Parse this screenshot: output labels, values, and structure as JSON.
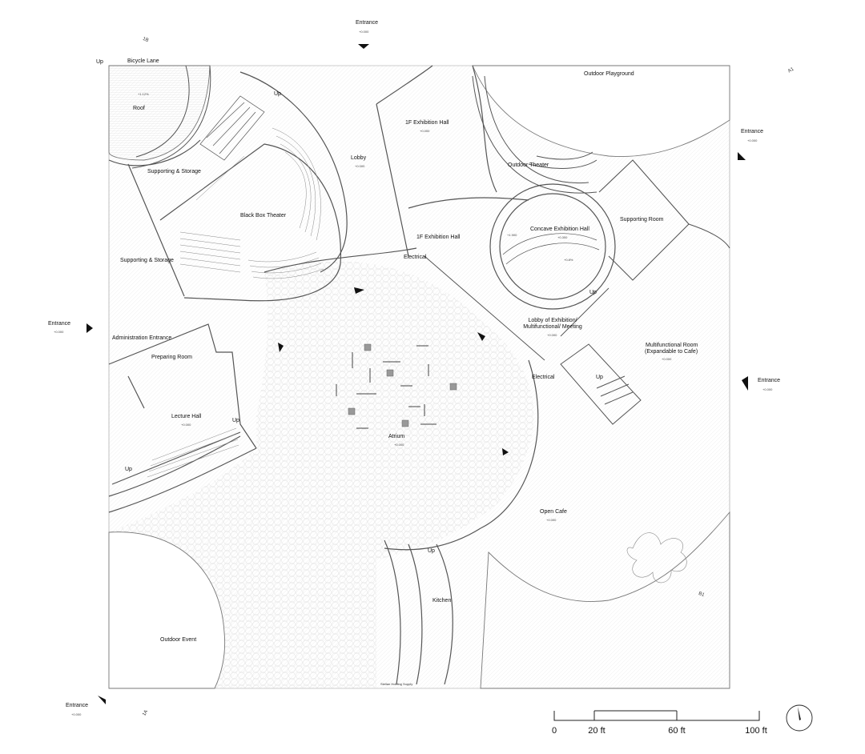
{
  "entrances": {
    "top": {
      "label": "Entrance",
      "elev": "+0.000"
    },
    "right_upper": {
      "label": "Entrance",
      "elev": "+0.000"
    },
    "left": {
      "label": "Entrance",
      "elev": "+0.000"
    },
    "right_lower": {
      "label": "Entrance",
      "elev": "+0.000"
    },
    "bottom_left": {
      "label": "Entrance",
      "elev": "+0.000"
    }
  },
  "rooms": {
    "bicycle_lane": "Bicycle Lane",
    "up_top_left": "Up",
    "roof": "Roof",
    "roof_elev": "+1.12%",
    "supporting_storage_1": "Supporting & Storage",
    "supporting_storage_2": "Supporting & Storage",
    "black_box_theater": "Black Box Theater",
    "lobby": "Lobby",
    "lobby_elev": "+0.000",
    "up_lobby": "Up",
    "exhibition_hall_1f_top": "1F Exhibition Hall",
    "exhibition_hall_1f_top_elev": "+0.000",
    "outdoor_playground": "Outdoor Playground",
    "outdoor_theater": "Outdoor Theater",
    "supporting_room": "Supporting Room",
    "concave_exhibition_hall": "Concave Exhibition Hall",
    "concave_elev_1": "+0.300",
    "concave_elev_2": "+1.900",
    "concave_slope": "+0.8%",
    "exhibition_hall_1f": "1F Exhibition Hall",
    "electrical_1": "Electrical",
    "up_concave": "Up",
    "lobby_exhibition": "Lobby of Exhibition/ Multifunctional/ Meeting",
    "lobby_exhibition_elev": "+0.000",
    "administration_entrance": "Administration Entrance",
    "preparing_room": "Preparing Room",
    "multifunctional_room_1": "Multifunctional Room",
    "multifunctional_room_2": "(Expandable to Cafe)",
    "multifunctional_elev": "+0.000",
    "electrical_2": "Electrical",
    "up_services": "Up",
    "lecture_hall": "Lecture Hall",
    "lecture_hall_elev": "+0.000",
    "up_lecture_1": "Up",
    "up_lecture_2": "Up",
    "atrium": "Atrium",
    "atrium_elev": "+0.000",
    "open_cafe": "Open Cafe",
    "open_cafe_elev": "+0.000",
    "up_kitchen": "Up",
    "kitchen": "Kitchen",
    "outdoor_event": "Outdoor Event",
    "bottom_note": "Stellan Holding Supply"
  },
  "section_marks": {
    "b_top": "1B",
    "a_right": "A1",
    "b_right": "B1",
    "a_bottom": "1A"
  },
  "scale_bar": {
    "labels": [
      "0",
      "20 ft",
      "60 ft",
      "100 ft"
    ]
  }
}
